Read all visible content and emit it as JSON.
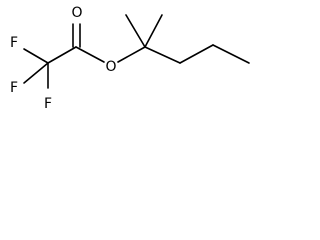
{
  "molecule": {
    "atoms": [
      {
        "label": "O"
      },
      {
        "label": "O"
      },
      {
        "label": "F"
      },
      {
        "label": "F"
      },
      {
        "label": "F"
      }
    ]
  }
}
